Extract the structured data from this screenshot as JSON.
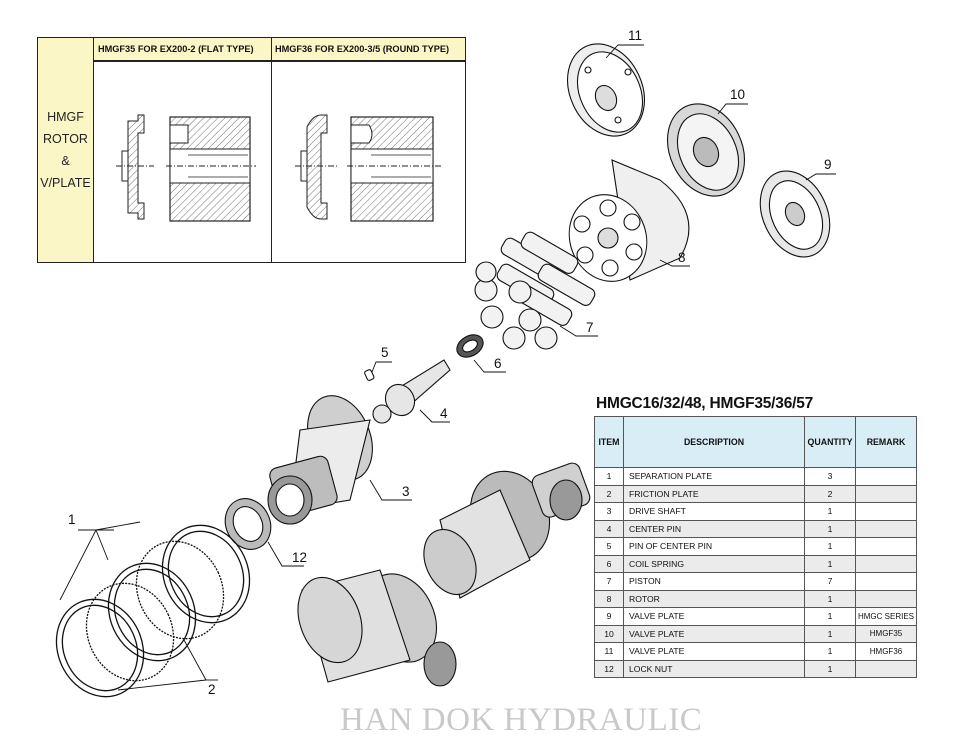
{
  "comparison": {
    "side_lines": [
      "HMGF",
      "ROTOR",
      "&",
      "V/PLATE"
    ],
    "col1_header": "HMGF35 FOR EX200-2 (FLAT TYPE)",
    "col2_header": "HMGF36 FOR EX200-3/5 (ROUND TYPE)"
  },
  "callouts": [
    "1",
    "2",
    "3",
    "4",
    "5",
    "6",
    "7",
    "8",
    "9",
    "10",
    "11",
    "12"
  ],
  "table": {
    "title": "HMGC16/32/48, HMGF35/36/57",
    "headers": [
      "ITEM",
      "DESCRIPTION",
      "QUANTITY",
      "REMARK"
    ],
    "rows": [
      {
        "item": "1",
        "description": "SEPARATION PLATE",
        "quantity": "3",
        "remark": ""
      },
      {
        "item": "2",
        "description": "FRICTION PLATE",
        "quantity": "2",
        "remark": ""
      },
      {
        "item": "3",
        "description": "DRIVE SHAFT",
        "quantity": "1",
        "remark": ""
      },
      {
        "item": "4",
        "description": "CENTER PIN",
        "quantity": "1",
        "remark": ""
      },
      {
        "item": "5",
        "description": "PIN OF CENTER PIN",
        "quantity": "1",
        "remark": ""
      },
      {
        "item": "6",
        "description": "COIL SPRING",
        "quantity": "1",
        "remark": ""
      },
      {
        "item": "7",
        "description": "PISTON",
        "quantity": "7",
        "remark": ""
      },
      {
        "item": "8",
        "description": "ROTOR",
        "quantity": "1",
        "remark": ""
      },
      {
        "item": "9",
        "description": "VALVE PLATE",
        "quantity": "1",
        "remark": "HMGC SERIES"
      },
      {
        "item": "10",
        "description": "VALVE PLATE",
        "quantity": "1",
        "remark": "HMGF35"
      },
      {
        "item": "11",
        "description": "VALVE PLATE",
        "quantity": "1",
        "remark": "HMGF36"
      },
      {
        "item": "12",
        "description": "LOCK NUT",
        "quantity": "1",
        "remark": ""
      }
    ]
  },
  "watermark": "HAN DOK HYDRAULIC"
}
